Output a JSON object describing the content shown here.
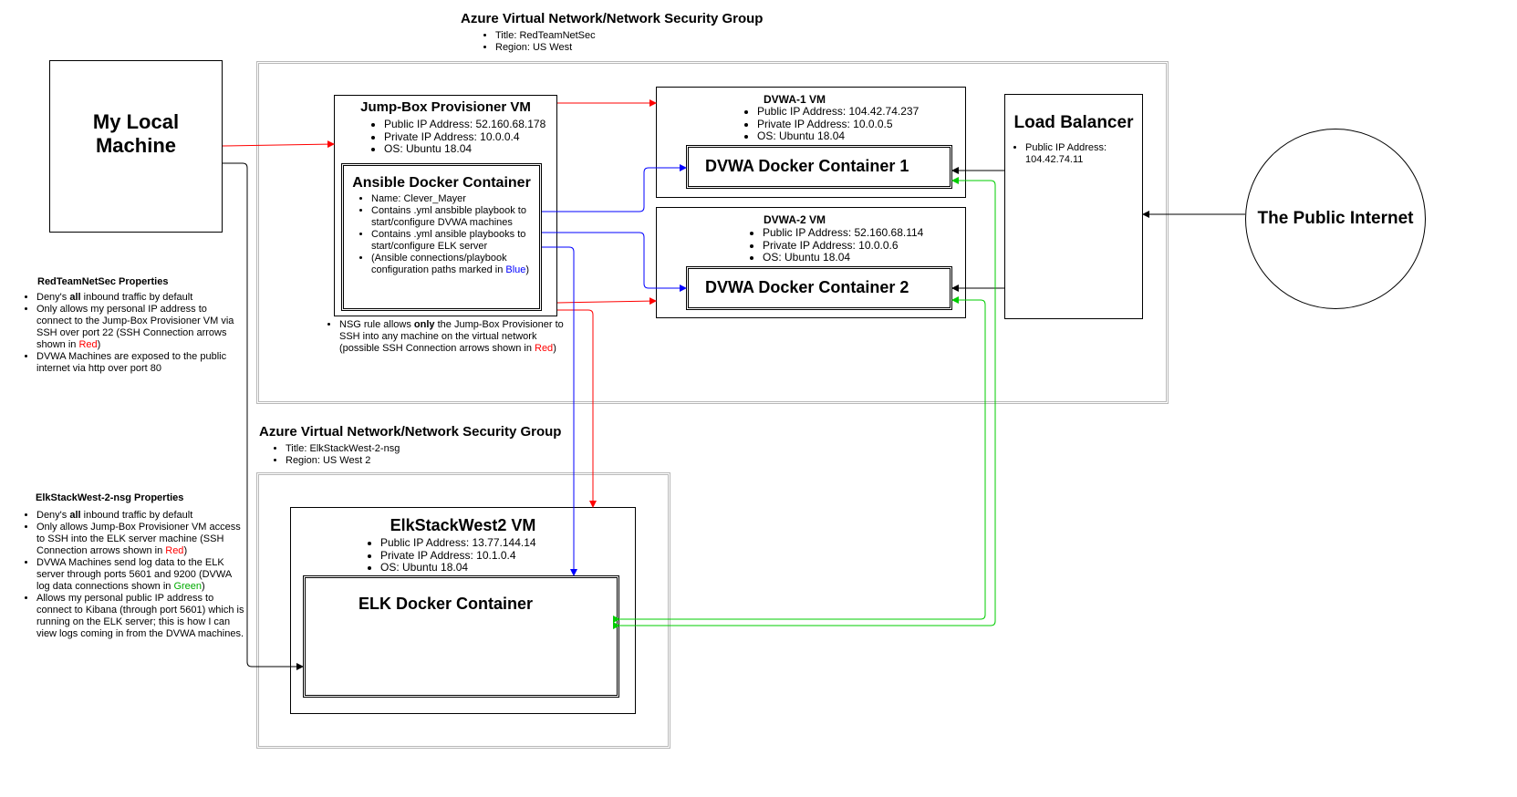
{
  "colors": {
    "ssh": "#ff0000",
    "ansible": "#0000ff",
    "log": "#00cc00",
    "traffic": "#000000"
  },
  "nsg1": {
    "heading": "Azure Virtual Network/Network Security Group",
    "title": "Title: RedTeamNetSec",
    "region": "Region: US West"
  },
  "nsg2": {
    "heading": "Azure Virtual Network/Network Security Group",
    "title": "Title: ElkStackWest-2-nsg",
    "region": "Region: US West 2"
  },
  "local_machine": {
    "label": "My Local Machine"
  },
  "public_internet": {
    "label": "The Public Internet"
  },
  "jumpbox": {
    "title": "Jump-Box Provisioner VM",
    "public_ip": "Public IP Address: 52.160.68.178",
    "private_ip": "Private IP Address: 10.0.0.4",
    "os": "OS: Ubuntu 18.04"
  },
  "ansible": {
    "title": "Ansible Docker Container",
    "name": "Name: Clever_Mayer",
    "item2": "Contains .yml ansbible playbook to start/configure DVWA machines",
    "item3": "Contains .yml ansible playbooks to start/configure ELK server",
    "item4_pre": "(Ansible connections/playbook configuration paths marked in ",
    "item4_color": "Blue",
    "item4_post": ")"
  },
  "nsg_rule": {
    "pre": "NSG rule allows ",
    "bold": "only",
    "mid": " the Jump-Box Provisioner to SSH into any machine on the virtual network (possible SSH Connection arrows shown in ",
    "color": "Red",
    "post": ")"
  },
  "dvwa1": {
    "title": "DVWA-1 VM",
    "public_ip": "Public IP Address: 104.42.74.237",
    "private_ip": "Private IP Address: 10.0.0.5",
    "os": "OS: Ubuntu 18.04",
    "container": "DVWA Docker Container 1"
  },
  "dvwa2": {
    "title": "DVWA-2 VM",
    "public_ip": "Public IP Address: 52.160.68.114",
    "private_ip": "Private IP Address: 10.0.0.6",
    "os": "OS: Ubuntu 18.04",
    "container": "DVWA Docker Container 2"
  },
  "load_balancer": {
    "title": "Load Balancer",
    "public_ip_label": "Public IP Address:",
    "public_ip_value": "104.42.74.11"
  },
  "elk_vm": {
    "title": "ElkStackWest2 VM",
    "public_ip": "Public IP Address: 13.77.144.14",
    "private_ip": "Private IP Address: 10.1.0.4",
    "os": "OS: Ubuntu 18.04",
    "container": "ELK Docker Container"
  },
  "redteam_props": {
    "heading": "RedTeamNetSec Properties",
    "i1_pre": "Deny's ",
    "i1_bold": "all",
    "i1_post": " inbound traffic by default",
    "i2_pre": "Only allows my personal IP address to connect to the Jump-Box Provisioner VM via SSH over port 22 (SSH Connection arrows shown in ",
    "i2_color": "Red",
    "i2_post": ")",
    "i3": "DVWA Machines are exposed to the public internet via http over port 80"
  },
  "elk_props": {
    "heading": "ElkStackWest-2-nsg Properties",
    "i1_pre": "Deny's ",
    "i1_bold": "all",
    "i1_post": " inbound traffic by default",
    "i2_pre": "Only allows Jump-Box Provisioner VM access to SSH into the ELK server machine (SSH Connection arrows shown in ",
    "i2_color": "Red",
    "i2_post": ")",
    "i3_pre": "DVWA Machines send log data to the ELK server through ports 5601 and 9200 (DVWA log data connections shown in ",
    "i3_color": "Green",
    "i3_post": ")",
    "i4": "Allows my personal public IP address to connect to Kibana (through port 5601) which is running on the ELK server; this is how I can view logs coming in from the DVWA machines."
  }
}
